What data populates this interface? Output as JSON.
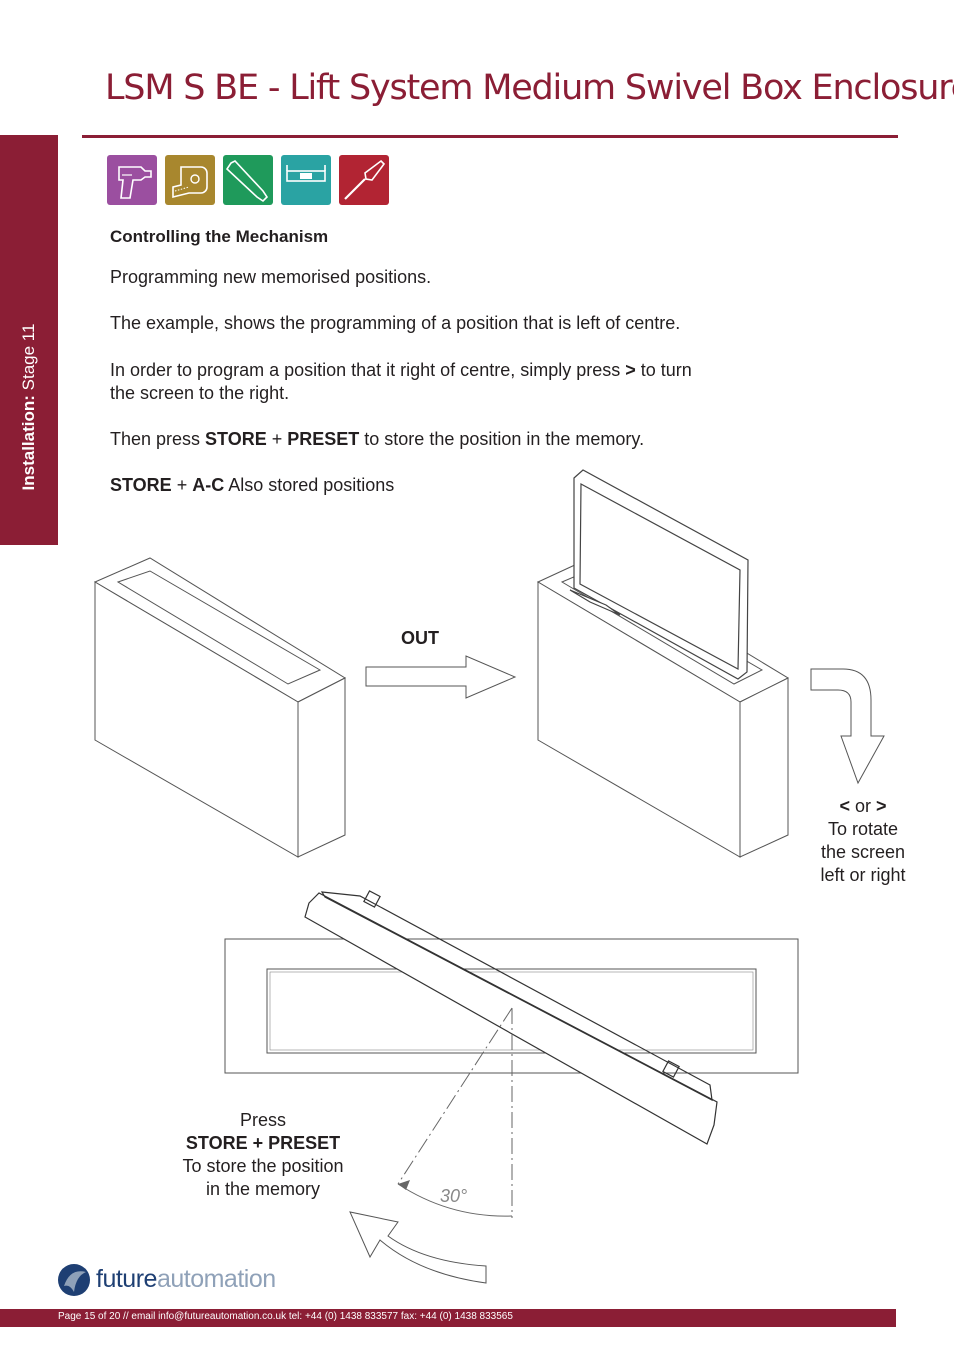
{
  "title": "LSM S BE - Lift System Medium Swivel Box Enclosure",
  "side_tab": {
    "bold": "Installation:",
    "rest": " Stage 11"
  },
  "tool_icons": [
    "drill-icon",
    "tape-measure-icon",
    "allen-key-icon",
    "spirit-level-icon",
    "screwdriver-icon"
  ],
  "colors": {
    "brand": "#8b1e35",
    "drill": "#9b4fa0",
    "tape": "#a8872e",
    "allen": "#1f9a5b",
    "level": "#2aa3a3",
    "screwdriver": "#b22433"
  },
  "content": {
    "heading": "Controlling the Mechanism",
    "p1": "Programming new memorised positions.",
    "p2": "The example, shows the programming of a position that is left of centre.",
    "p3_pre": "In order to program a position that it right of centre, simply press ",
    "p3_key": ">",
    "p3_post": " to turn",
    "p3_line2": "the screen to the right.",
    "p4_pre": "Then press ",
    "p4_k1": "STORE",
    "p4_plus": " + ",
    "p4_k2": "PRESET",
    "p4_post": " to store the position in the memory.",
    "p5_k1": "STORE",
    "p5_plus": " + ",
    "p5_k2": "A-C",
    "p5_post": " Also stored positions"
  },
  "diagram": {
    "out_label": "OUT",
    "rotate": {
      "k1": "<",
      "or": " or ",
      "k2": ">",
      "l2": "To rotate",
      "l3": "the screen",
      "l4": "left or right"
    },
    "press": {
      "l1": "Press",
      "l2": "STORE + PRESET",
      "l3": "To store the position",
      "l4": "in the memory"
    },
    "angle": "30°"
  },
  "logo": {
    "part1": "future",
    "part2": "automation"
  },
  "footer": "Page 15 of 20 // email info@futureautomation.co.uk  tel: +44 (0) 1438 833577  fax: +44 (0) 1438 833565"
}
